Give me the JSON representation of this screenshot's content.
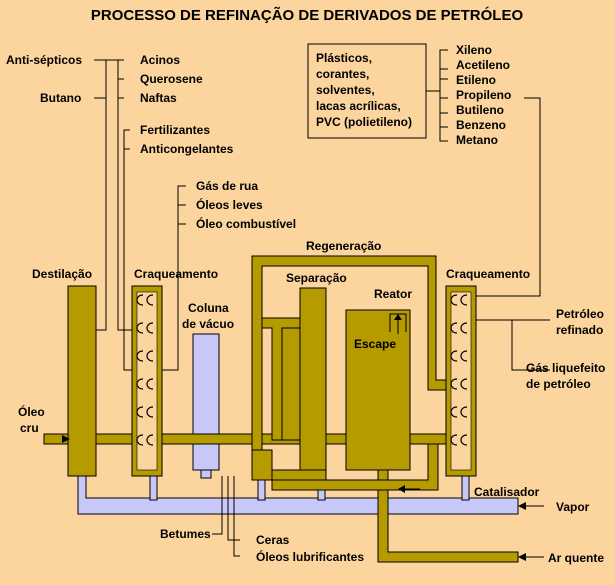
{
  "title": "PROCESSO DE REFINAÇÃO DE DERIVADOS DE PETRÓLEO",
  "labels": {
    "antisepticos": "Anti-sépticos",
    "butano": "Butano",
    "acinos": "Acinos",
    "querosene": "Querosene",
    "naftas": "Naftas",
    "fertilizantes": "Fertilizantes",
    "anticongelantes": "Anticongelantes",
    "gas_de_rua": "Gás de rua",
    "oleos_leves": "Óleos leves",
    "oleo_combustivel": "Óleo combustível",
    "regeneracao": "Regeneração",
    "destilacao": "Destilação",
    "craqueamento_1": "Craqueamento",
    "separacao": "Separação",
    "reator": "Reator",
    "escape": "Escape",
    "craqueamento_2": "Craqueamento",
    "coluna_line1": "Coluna",
    "coluna_line2": "de vácuo",
    "oleo_cru_line1": "Óleo",
    "oleo_cru_line2": "cru",
    "petroleo_refinado_line1": "Petróleo",
    "petroleo_refinado_line2": "refinado",
    "gas_liquefeito_line1": "Gás liquefeito",
    "gas_liquefeito_line2": "de petróleo",
    "catalisador": "Catalisador",
    "vapor": "Vapor",
    "betumes": "Betumes",
    "ceras": "Ceras",
    "oleos_lubrificantes": "Óleos lubrificantes",
    "ar_quente": "Ar quente"
  },
  "products_box": {
    "lines": [
      "Plásticos,",
      "corantes,",
      "solventes,",
      "lacas acrílicas,",
      "PVC (polietileno)"
    ]
  },
  "chemicals": [
    "Xileno",
    "Acetileno",
    "Etileno",
    "Propileno",
    "Butileno",
    "Benzeno",
    "Metano"
  ],
  "colors": {
    "background": "#fbd59d",
    "pipe": "#b59a00",
    "steam": "#c8c8f8"
  }
}
